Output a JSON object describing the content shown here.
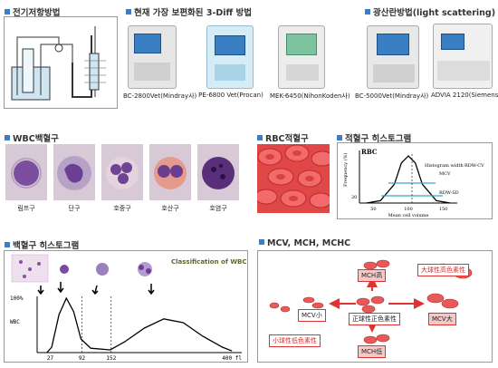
{
  "sections": {
    "impedance": "전기저항방법",
    "three_diff": "현재 가장 보편화된 3-Diff 방법",
    "light_scatter": "광산란방법(light scattering)",
    "wbc": "WBC백혈구",
    "rbc": "RBC적혈구",
    "rbc_hist": "적혈구 히스토그램",
    "wbc_hist": "백혈구 히스토그램",
    "indices": "MCV, MCH, MCHC"
  },
  "analyzers": [
    "BC-2800Vet(Mindray사)",
    "PE-6800 Vet(Procan)",
    "MEK-6450(NihonKoden사)",
    "BC-5000Vet(Mindray사)",
    "ADVIA 2120(Siemens)"
  ],
  "wbc_cells": [
    "림프구",
    "단구",
    "호중구",
    "호산구",
    "호염구"
  ],
  "rbc_histogram": {
    "label": "RBC",
    "ylabel": "Frequency (%)",
    "xlabel": "Mean cell volume",
    "hist_width": "Histogram width",
    "mcv": "MCV",
    "rdw_cv": "RDW-CV",
    "rdw_sd": "RDW-SD",
    "tick_20": "20",
    "x_ticks": [
      "50",
      "100",
      "150"
    ],
    "chart_data": {
      "type": "line",
      "x": [
        40,
        60,
        80,
        90,
        100,
        110,
        120,
        140,
        160
      ],
      "y": [
        0,
        5,
        40,
        85,
        100,
        85,
        40,
        5,
        0
      ],
      "xlim": [
        30,
        170
      ]
    }
  },
  "wbc_histogram": {
    "ylabel": "WBC",
    "y_top": "100%",
    "x_ticks": [
      "27",
      "92",
      "152",
      "400 fl"
    ],
    "classification": "Classification of WBC types based on size",
    "chart_data": {
      "type": "line",
      "x": [
        20,
        30,
        45,
        60,
        75,
        90,
        110,
        150,
        180,
        220,
        260,
        300,
        340,
        380,
        400
      ],
      "y": [
        0,
        10,
        70,
        100,
        75,
        25,
        8,
        5,
        20,
        45,
        62,
        55,
        30,
        10,
        3
      ],
      "xlim": [
        0,
        420
      ]
    }
  },
  "indices_panel": {
    "mch_high": "MCH高",
    "hyper": "大球性高色素性",
    "mcv_low": "MCV小",
    "normo": "正球性正色素性",
    "mcv_high": "MCV大",
    "hypo": "小球性低色素性",
    "mch_low": "MCH低"
  },
  "colors": {
    "accent": "#3b7ec8",
    "red": "#d93a3a",
    "pink_box": "#f6c9c9"
  }
}
